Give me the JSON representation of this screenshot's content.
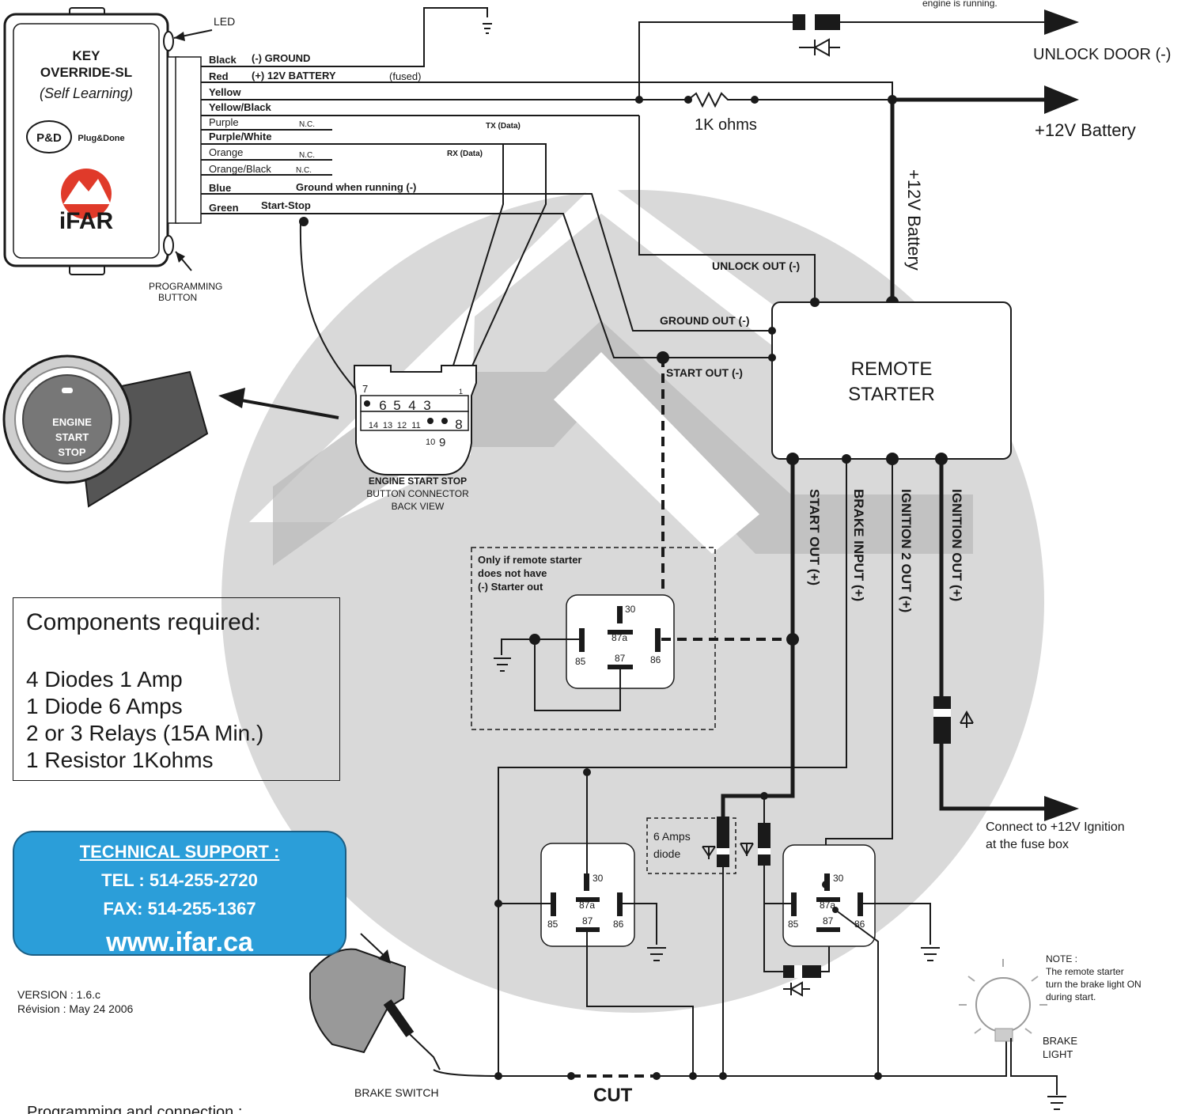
{
  "module": {
    "name_line1": "KEY",
    "name_line2": "OVERRIDE-SL",
    "name_line3": "(Self Learning)",
    "pd_badge": "P&D",
    "pd_text": "Plug&Done",
    "brand": "iFAR",
    "led_label": "LED",
    "prog_label_1": "PROGRAMMING",
    "prog_label_2": "BUTTON"
  },
  "wires": [
    {
      "color": "Black",
      "desc": "(-) GROUND"
    },
    {
      "color": "Red",
      "desc": "(+) 12V BATTERY",
      "note": "(fused)"
    },
    {
      "color": "Yellow",
      "desc": ""
    },
    {
      "color": "Yellow/Black",
      "desc": ""
    },
    {
      "color": "Purple",
      "desc": "N.C.",
      "note": "TX (Data)"
    },
    {
      "color": "Purple/White",
      "desc": ""
    },
    {
      "color": "Orange",
      "desc": "N.C.",
      "note": "RX (Data)"
    },
    {
      "color": "Orange/Black",
      "desc": "N.C."
    },
    {
      "color": "Blue",
      "desc": "Ground when running (-)"
    },
    {
      "color": "Green",
      "desc": "Start-Stop"
    }
  ],
  "top_note": "engine is running.",
  "resistor_label": "1K ohms",
  "unlock_door": "UNLOCK DOOR (-)",
  "battery_right": "+12V Battery",
  "battery_vertical": "+12V Battery",
  "remote_starter": {
    "line1": "REMOTE",
    "line2": "STARTER",
    "unlock_out": "UNLOCK OUT (-)",
    "ground_out": "GROUND OUT (-)",
    "start_out": "START OUT (-)",
    "outputs": [
      "START OUT (+)",
      "BRAKE INPUT (+)",
      "IGNITION 2 OUT (+)",
      "IGNITION OUT (+)"
    ]
  },
  "button": {
    "line1": "ENGINE",
    "line2": "START",
    "line3": "STOP"
  },
  "connector": {
    "pins_top": [
      "6",
      "5",
      "4",
      "3"
    ],
    "pins_bottom": [
      "14",
      "13",
      "12",
      "11"
    ],
    "pin7": "7",
    "pin1": "1",
    "pin8": "8",
    "pin9": "9",
    "pin10": "10",
    "label1": "ENGINE START STOP",
    "label2": "BUTTON CONNECTOR",
    "label3": "BACK VIEW"
  },
  "optional_relay": {
    "note1": "Only if remote starter",
    "note2": "does not have",
    "note3": "(-) Starter out"
  },
  "relay_pins": {
    "p30": "30",
    "p87a": "87a",
    "p87": "87",
    "p85": "85",
    "p86": "86"
  },
  "components": {
    "heading": "Components required:",
    "items": [
      "4 Diodes 1 Amp",
      "1 Diode 6 Amps",
      "2 or 3 Relays (15A Min.)",
      "1 Resistor 1Kohms"
    ]
  },
  "support": {
    "title": "TECHNICAL SUPPORT :",
    "tel": "TEL :  514-255-2720",
    "fax": "FAX:   514-255-1367",
    "web": "www.ifar.ca"
  },
  "version": {
    "line1": "VERSION : 1.6.c",
    "line2": "Révision :  May 24  2006"
  },
  "diode6_1": "6 Amps",
  "diode6_2": "diode",
  "ignition_connect_1": "Connect to +12V Ignition",
  "ignition_connect_2": "at the fuse box",
  "brake_note": [
    "NOTE :",
    "The remote starter",
    "turn the brake light ON",
    "during start."
  ],
  "brake_light_1": "BRAKE",
  "brake_light_2": "LIGHT",
  "brake_switch": "BRAKE SWITCH",
  "cut": "CUT",
  "footer": "Programming and connection :",
  "colors": {
    "support_bg": "#2b9ed9",
    "watermark": "#d9d9d9",
    "watermark_dark": "#b8b8b8"
  }
}
